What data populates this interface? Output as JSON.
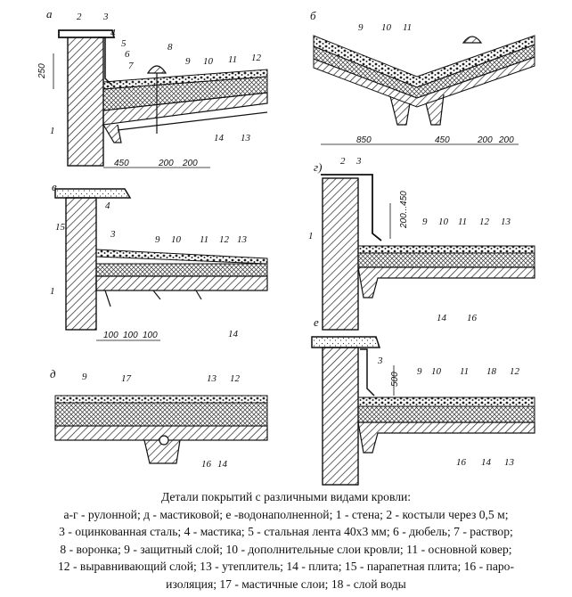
{
  "panels": {
    "a": {
      "letter": "а",
      "numbers": [
        "1",
        "2",
        "3",
        "4",
        "5",
        "6",
        "7",
        "8",
        "9",
        "10",
        "11",
        "12",
        "13",
        "14"
      ],
      "dims": [
        "250",
        "450",
        "200",
        "200"
      ]
    },
    "b": {
      "letter": "б",
      "numbers": [
        "9",
        "10",
        "11"
      ],
      "dims": [
        "850",
        "450",
        "200",
        "200"
      ]
    },
    "v": {
      "letter": "в",
      "numbers": [
        "1",
        "3",
        "4",
        "9",
        "10",
        "11",
        "12",
        "13",
        "14",
        "15"
      ],
      "dims": [
        "100",
        "100",
        "100"
      ]
    },
    "g": {
      "letter": "г)",
      "numbers": [
        "1",
        "2",
        "3",
        "9",
        "10",
        "11",
        "12",
        "13",
        "14",
        "16"
      ],
      "dims": [
        "200...450"
      ]
    },
    "d": {
      "letter": "д",
      "numbers": [
        "9",
        "12",
        "13",
        "14",
        "16",
        "17"
      ],
      "dims": []
    },
    "e": {
      "letter": "е",
      "numbers": [
        "3",
        "9",
        "10",
        "11",
        "12",
        "13",
        "14",
        "16",
        "18"
      ],
      "dims": [
        "500"
      ]
    }
  },
  "caption": {
    "title": "Детали покрытий с различными видами кровли:",
    "lines": [
      "а-г - рулонной; д - мастиковой; е -водонаполненной; 1 - стена; 2 - костыли через 0,5 м;",
      "3 - оцинкованная сталь; 4 - мастика; 5 - стальная лента 40х3 мм; 6 - дюбель; 7 - раствор;",
      "8 - воронка; 9 - защитный слой; 10 - дополнительные слои кровли; 11 - основной ковер;",
      "12 - выравнивающий слой; 13 - утеплитель; 14 - плита; 15 - парапетная плита; 16 - паро-",
      "изоляция; 17 - мастичные слои; 18 - слой воды"
    ]
  }
}
